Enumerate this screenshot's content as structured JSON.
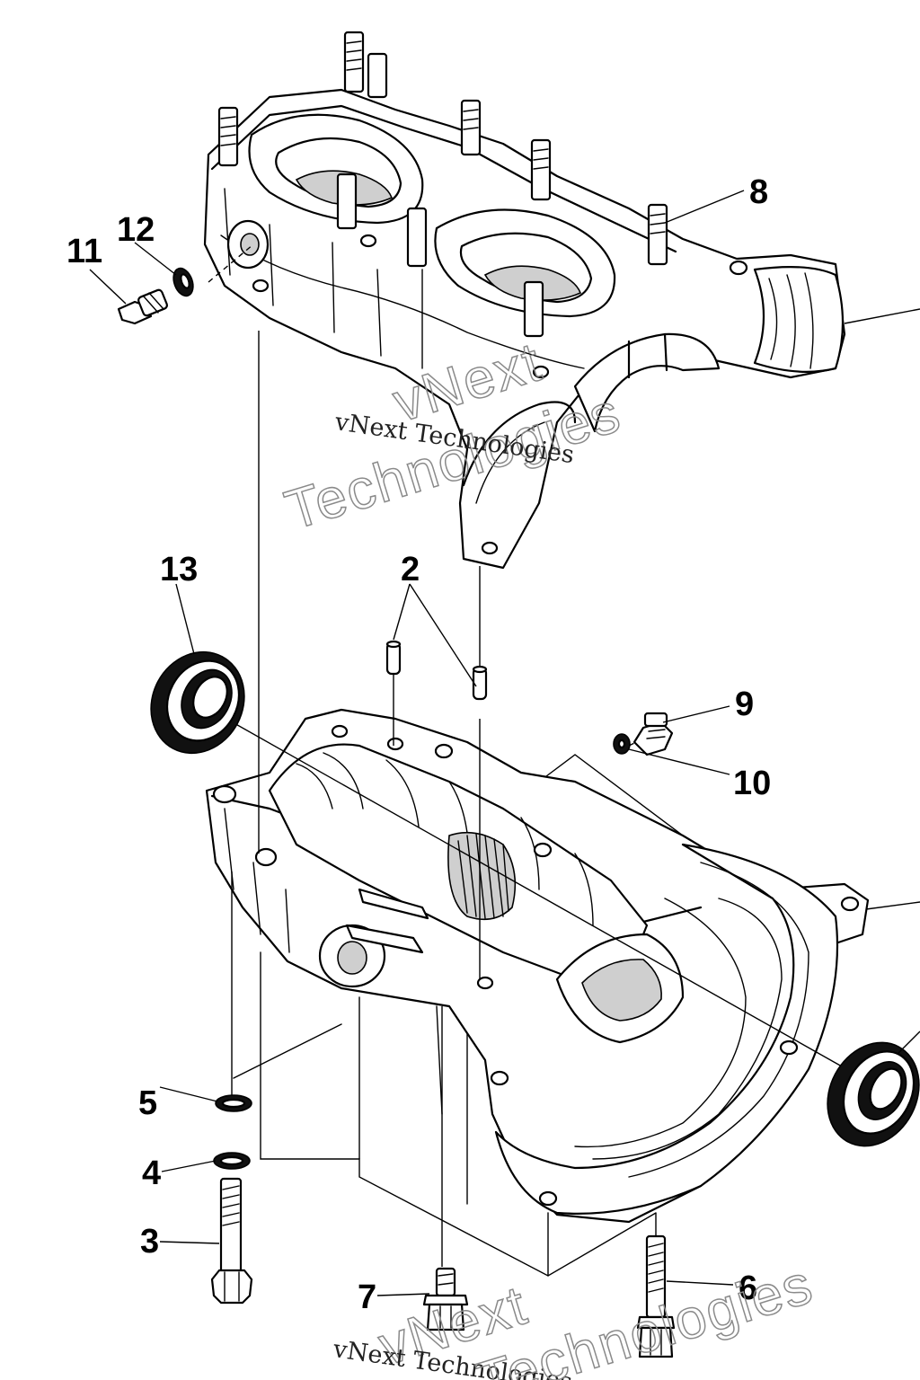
{
  "diagram": {
    "callouts": {
      "c2": "2",
      "c3": "3",
      "c4": "4",
      "c5": "5",
      "c6": "6",
      "c7": "7",
      "c8": "8",
      "c9": "9",
      "c10": "10",
      "c11": "11",
      "c12": "12",
      "c13": "13"
    },
    "watermark": {
      "brand_line": "vNext Technologies",
      "big_word_1": "vNext",
      "big_word_2": "Technologies"
    }
  }
}
